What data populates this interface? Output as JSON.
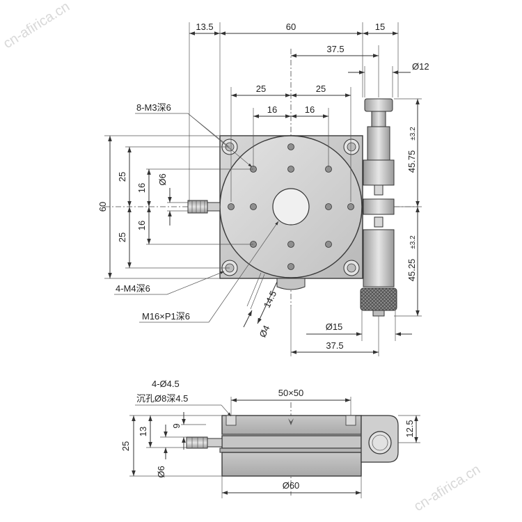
{
  "watermark": "cn-afirica.cn",
  "colors": {
    "part_fill": "#c9c9c9",
    "part_fill_light": "#dedede",
    "part_fill_dark": "#9e9e9e",
    "line": "#333333",
    "background": "#ffffff"
  },
  "top_view": {
    "dims": {
      "w_left": "13.5",
      "w_body": "60",
      "w_right": "15",
      "offset_micrometer": "37.5",
      "dia_12": "Ø12",
      "hole_pitch_left": "25",
      "hole_pitch_right": "25",
      "inner_pitch_left": "16",
      "inner_pitch_right": "16",
      "height_total": "60",
      "v_25_top": "25",
      "v_25_bottom": "25",
      "v_16_top": "16",
      "v_16_bottom": "16",
      "dia_6": "Ø6",
      "len_45_75": "45.75",
      "tol_top": "±3.2",
      "len_45_25": "45.25",
      "tol_bottom": "±3.2",
      "len_14_5": "14.5",
      "dia_4": "Ø4",
      "dia_15": "Ø15",
      "offset_bottom": "37.5"
    },
    "callouts": {
      "m3": "8-M3深6",
      "m4": "4-M4深6",
      "m16": "M16×P1深6"
    }
  },
  "side_view": {
    "dims": {
      "counterbore_holes": "4-Ø4.5",
      "counterbore_spec": "沉孔Ø8深4.5",
      "table_size": "50×50",
      "height_total": "25",
      "height_13": "13",
      "height_9": "9",
      "dia_6": "Ø6",
      "dia_60": "Ø60",
      "knob_height": "12.5"
    }
  }
}
